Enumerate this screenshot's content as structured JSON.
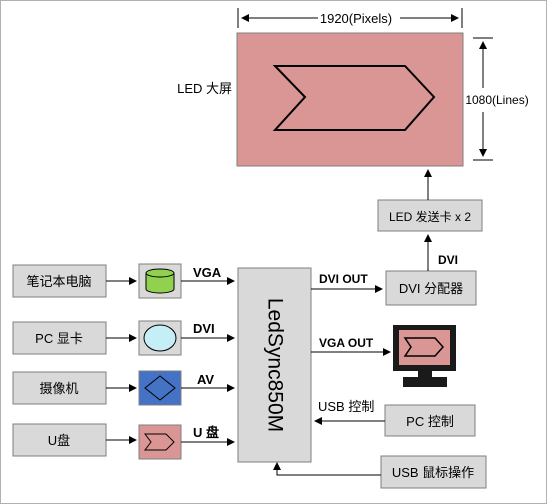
{
  "screen": {
    "width_label": "1920(Pixels)",
    "height_label": "1080(Lines)",
    "name": "LED 大屏",
    "fill": "#d99694"
  },
  "sender": {
    "label": "LED 发送卡 x 2"
  },
  "distributor": {
    "label": "DVI 分配器",
    "input_label": "DVI"
  },
  "processor": {
    "label": "LedSync850M"
  },
  "sources": [
    {
      "label": "笔记本电脑",
      "port": "VGA",
      "icon": "cylinder-icon",
      "icon_color": "#92d050"
    },
    {
      "label": "PC 显卡",
      "port": "DVI",
      "icon": "ellipse-icon",
      "icon_color": "#c6eef7"
    },
    {
      "label": "摄像机",
      "port": "AV",
      "icon": "diamond-icon",
      "icon_color": "#4472c4"
    },
    {
      "label": "U盘",
      "port": "U 盘",
      "icon": "chevron-icon",
      "icon_color": "#d99694"
    }
  ],
  "outputs": {
    "dvi_out": "DVI OUT",
    "vga_out": "VGA OUT",
    "usb_control": "USB 控制"
  },
  "pc_control": {
    "label": "PC 控制"
  },
  "usb_mouse": {
    "label": "USB 鼠标操作"
  },
  "colors": {
    "box_gray": "#d9d9d9",
    "screen_pink": "#d99694",
    "monitor_dark": "#1a1a1a"
  }
}
